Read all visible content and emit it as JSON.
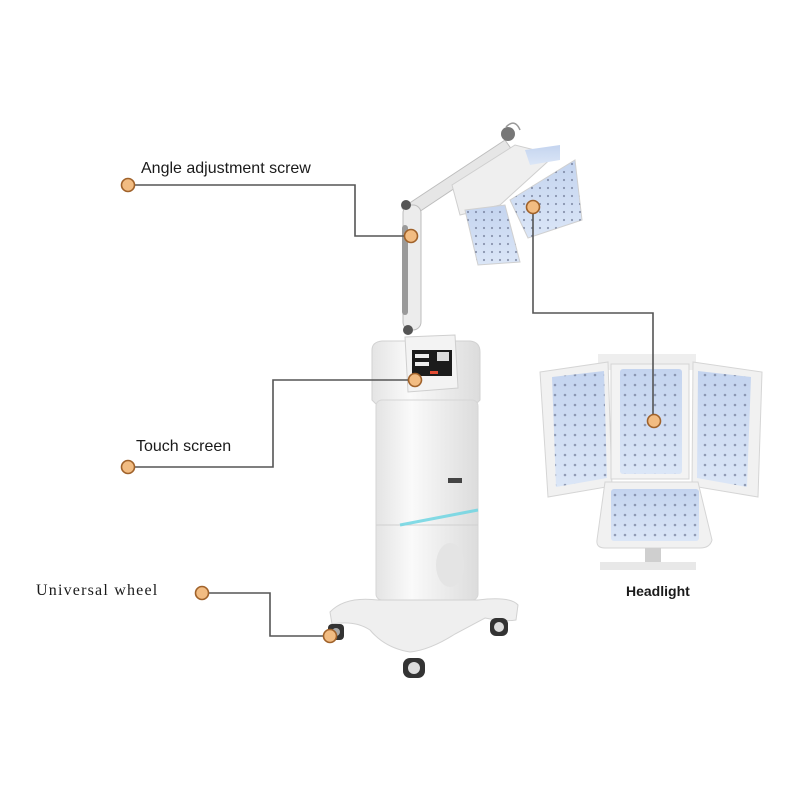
{
  "callouts": [
    {
      "id": "angle",
      "label": "Angle adjustment screw"
    },
    {
      "id": "touch",
      "label": "Touch screen"
    },
    {
      "id": "wheel",
      "label": "Universal wheel"
    },
    {
      "id": "headlight",
      "label": "Headlight"
    }
  ],
  "colors": {
    "dot_fill": "#F2BC82",
    "dot_stroke": "#A0622A",
    "line": "#555555",
    "panel_blue": "#C9D9F2",
    "body_white": "#F1F1F1",
    "accent_cyan": "#6FD6E3"
  }
}
